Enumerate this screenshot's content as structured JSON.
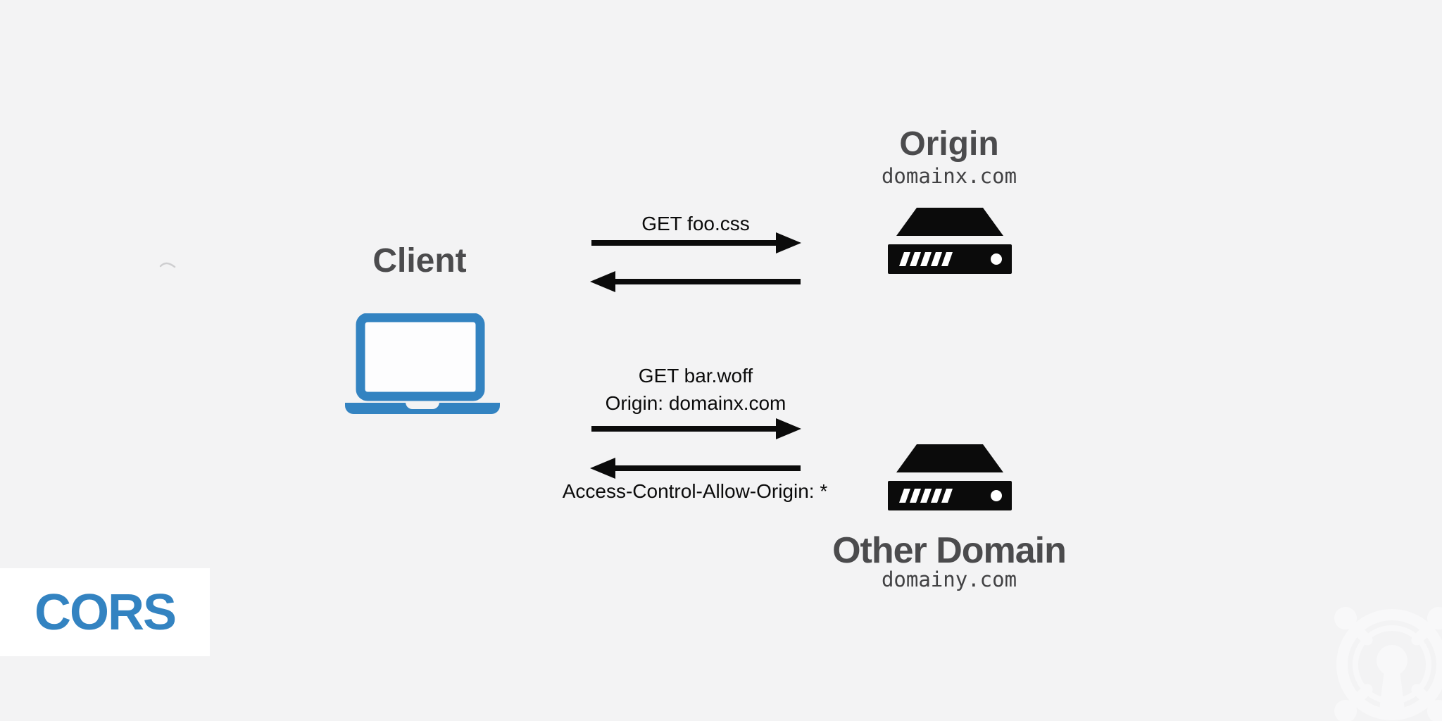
{
  "colors": {
    "background": "#f3f3f4",
    "accent_blue": "#3383c1",
    "title_gray": "#4b4b4d",
    "domain_gray": "#414143",
    "message_black": "#0b0b0b",
    "arrow_black": "#050505",
    "badge_background": "#ffffff",
    "watermark": "#f8f8f9"
  },
  "badge": {
    "label": "CORS"
  },
  "client": {
    "label": "Client",
    "icon": "laptop-icon"
  },
  "origin_server": {
    "title": "Origin",
    "domain": "domainx.com",
    "icon": "server-icon"
  },
  "other_server": {
    "title": "Other Domain",
    "domain": "domainy.com",
    "icon": "server-icon"
  },
  "messages": {
    "request_origin": "GET foo.css",
    "request_other_line1": "GET bar.woff",
    "request_other_line2": "Origin: domainx.com",
    "response_other": "Access-Control-Allow-Origin: *"
  },
  "watermark": {
    "icon": "keyhole-bug-watermark-icon"
  }
}
